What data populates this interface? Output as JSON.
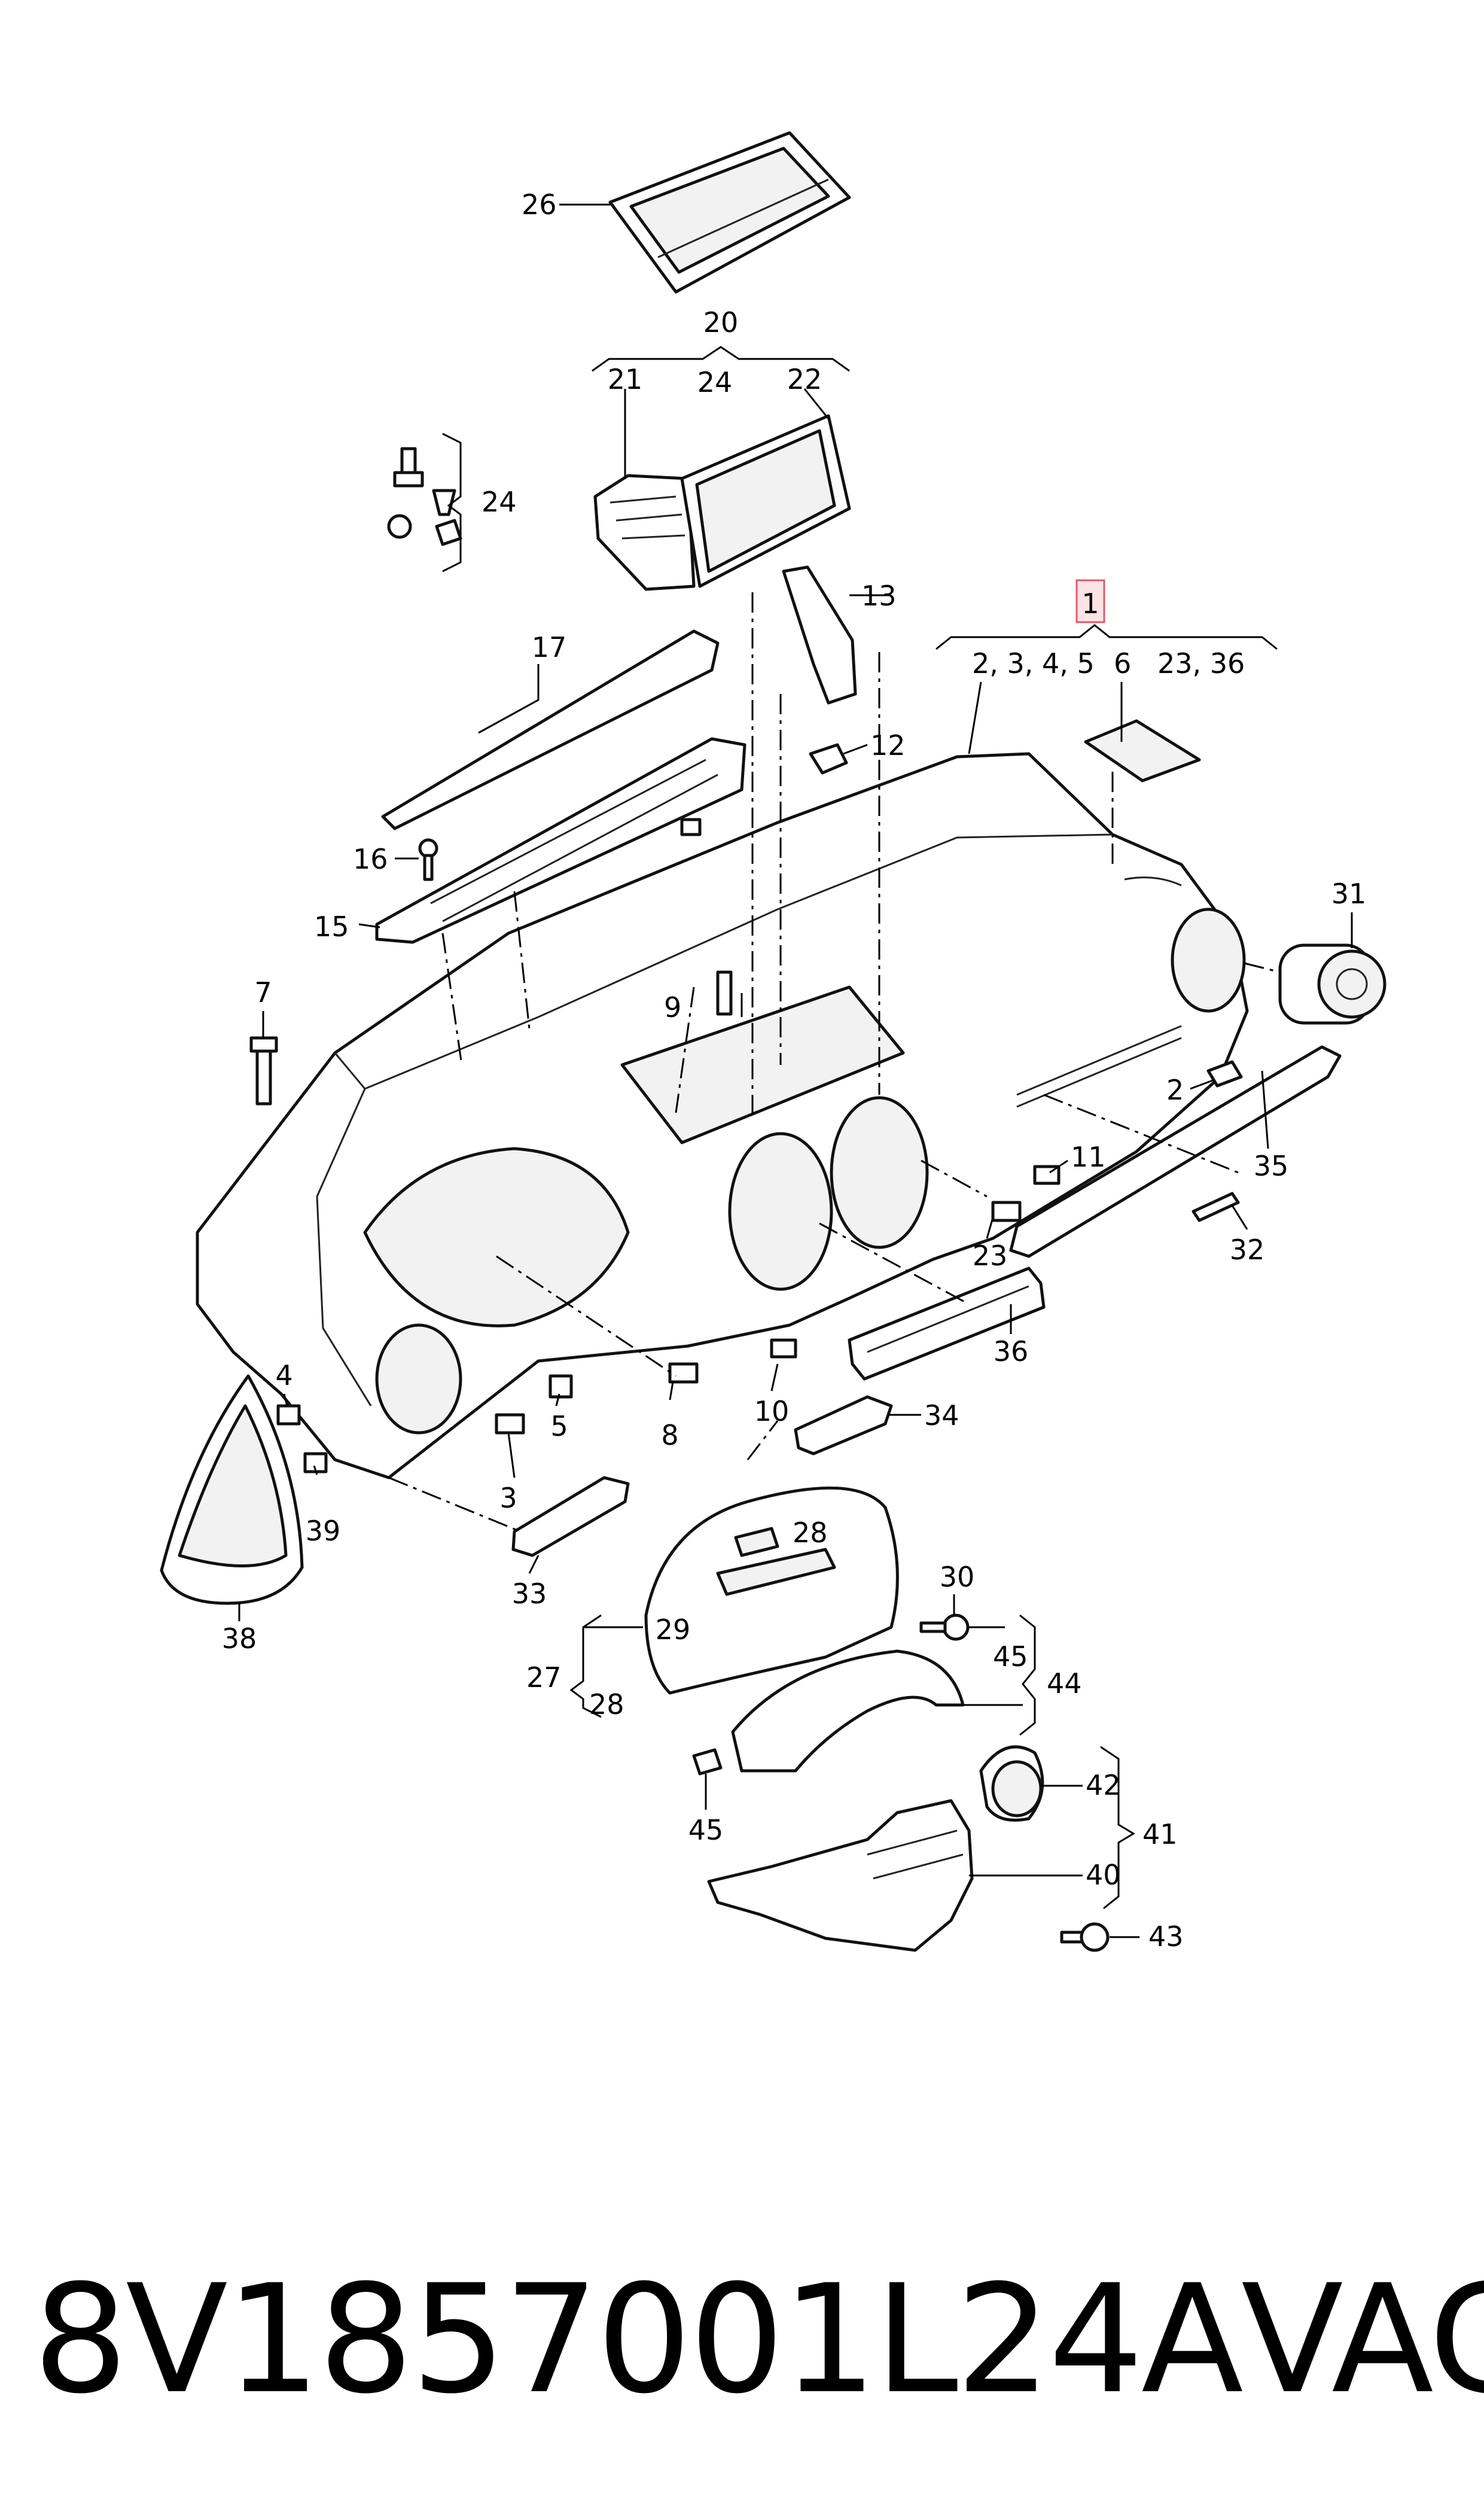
{
  "part_number": "8V1857001L24A",
  "brand": "VAG",
  "highlight_color": "#e05a6a",
  "labels": {
    "l1": "1",
    "l1_sub_a": "2, 3, 4, 5",
    "l1_sub_b": "6",
    "l1_sub_c": "23, 36",
    "l2a": "2",
    "l3": "3",
    "l4": "4",
    "l5": "5",
    "l7": "7",
    "l8": "8",
    "l9": "9",
    "l10": "10",
    "l11": "11",
    "l12": "12",
    "l13": "13",
    "l15": "15",
    "l16": "16",
    "l17": "17",
    "l20": "20",
    "l21": "21",
    "l22": "22",
    "l23": "23",
    "l24a": "24",
    "l24b": "24",
    "l26": "26",
    "l27": "27",
    "l28a": "28",
    "l28b": "28",
    "l29": "29",
    "l30": "30",
    "l31": "31",
    "l32": "32",
    "l33": "33",
    "l34": "34",
    "l35": "35",
    "l36": "36",
    "l38": "38",
    "l39": "39",
    "l40": "40",
    "l41": "41",
    "l42": "42",
    "l43": "43",
    "l44": "44",
    "l45a": "45",
    "l45b": "45"
  }
}
